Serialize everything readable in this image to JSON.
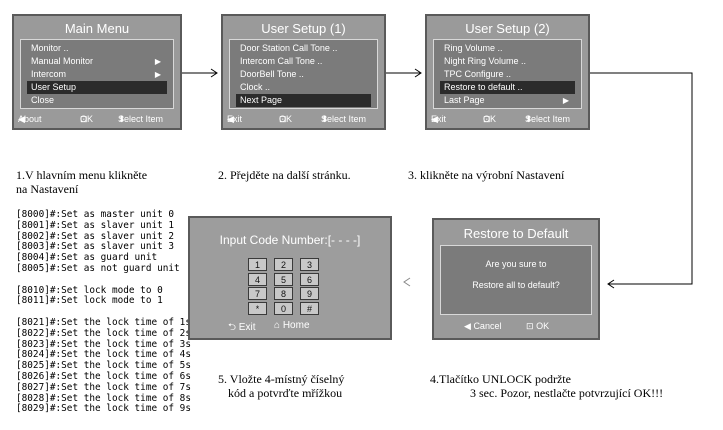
{
  "screen1": {
    "title": "Main Menu",
    "items": [
      {
        "label": "Monitor ..",
        "arrow": ""
      },
      {
        "label": "Manual Monitor",
        "arrow": "▶"
      },
      {
        "label": "Intercom",
        "arrow": "▶"
      },
      {
        "label": "User Setup",
        "arrow": ""
      },
      {
        "label": "Close",
        "arrow": ""
      }
    ],
    "footer": {
      "left": "About",
      "mid": "OK",
      "right": "Select Item"
    }
  },
  "screen2": {
    "title": "User Setup  (1)",
    "items": [
      {
        "label": "Door Station Call Tone  ..",
        "arrow": ""
      },
      {
        "label": "Intercom Call Tone  ..",
        "arrow": ""
      },
      {
        "label": "DoorBell Tone  ..",
        "arrow": ""
      },
      {
        "label": "Clock  ..",
        "arrow": ""
      },
      {
        "label": "Next Page",
        "arrow": ""
      }
    ],
    "footer": {
      "left": "Exit",
      "mid": "OK",
      "right": "Select Item"
    }
  },
  "screen3": {
    "title": "User Setup  (2)",
    "items": [
      {
        "label": "Ring Volume  ..",
        "arrow": ""
      },
      {
        "label": "Night Ring Volume  ..",
        "arrow": ""
      },
      {
        "label": "TPC Configure  ..",
        "arrow": ""
      },
      {
        "label": "Restore to default  ..",
        "arrow": ""
      },
      {
        "label": "Last Page",
        "arrow": "▶"
      }
    ],
    "footer": {
      "left": "Exit",
      "mid": "OK",
      "right": "Select Item"
    }
  },
  "captions": {
    "c1_line1": "1.V hlavním menu klikněte",
    "c1_line2": "na Nastavení",
    "c2": "2. Přejděte na další stránku.",
    "c3": "3. klikněte na výrobní Nastavení",
    "c4_line1": "4.Tlačítko UNLOCK podržte",
    "c4_line2": "3 sec.  Pozor, nestlačte potvrzující OK!!!",
    "c5_line1": "5.  Vložte 4-místný číselný",
    "c5_line2": "kód  a potvrďte mřížkou"
  },
  "codes": [
    "[8000]#:Set as master unit 0",
    "[8001]#:Set as slaver unit 1",
    "[8002]#:Set as slaver unit 2",
    "[8003]#:Set as slaver unit 3",
    "[8004]#:Set as guard unit",
    "[8005]#:Set as not guard unit",
    "",
    "[8010]#:Set lock mode to 0",
    "[8011]#:Set lock mode to 1",
    "",
    "[8021]#:Set the lock time of 1s",
    "[8022]#:Set the lock time of 2s",
    "[8023]#:Set the lock time of 3s",
    "[8024]#:Set the lock time of 4s",
    "[8025]#:Set the lock time of 5s",
    "[8026]#:Set the lock time of 6s",
    "[8027]#:Set the lock time of 7s",
    "[8028]#:Set the lock time of 8s",
    "[8029]#:Set the lock time of 9s"
  ],
  "input_screen": {
    "title": "Input Code Number:[- - - -]",
    "keys": [
      "1",
      "2",
      "3",
      "4",
      "5",
      "6",
      "7",
      "8",
      "9",
      "*",
      "0",
      "#"
    ],
    "exit_label": "Exit",
    "home_label": "Home"
  },
  "restore_screen": {
    "title": "Restore to Default",
    "line1": "Are you sure to",
    "line2": "Restore all to default?",
    "cancel_label": "Cancel",
    "ok_label": "OK"
  }
}
